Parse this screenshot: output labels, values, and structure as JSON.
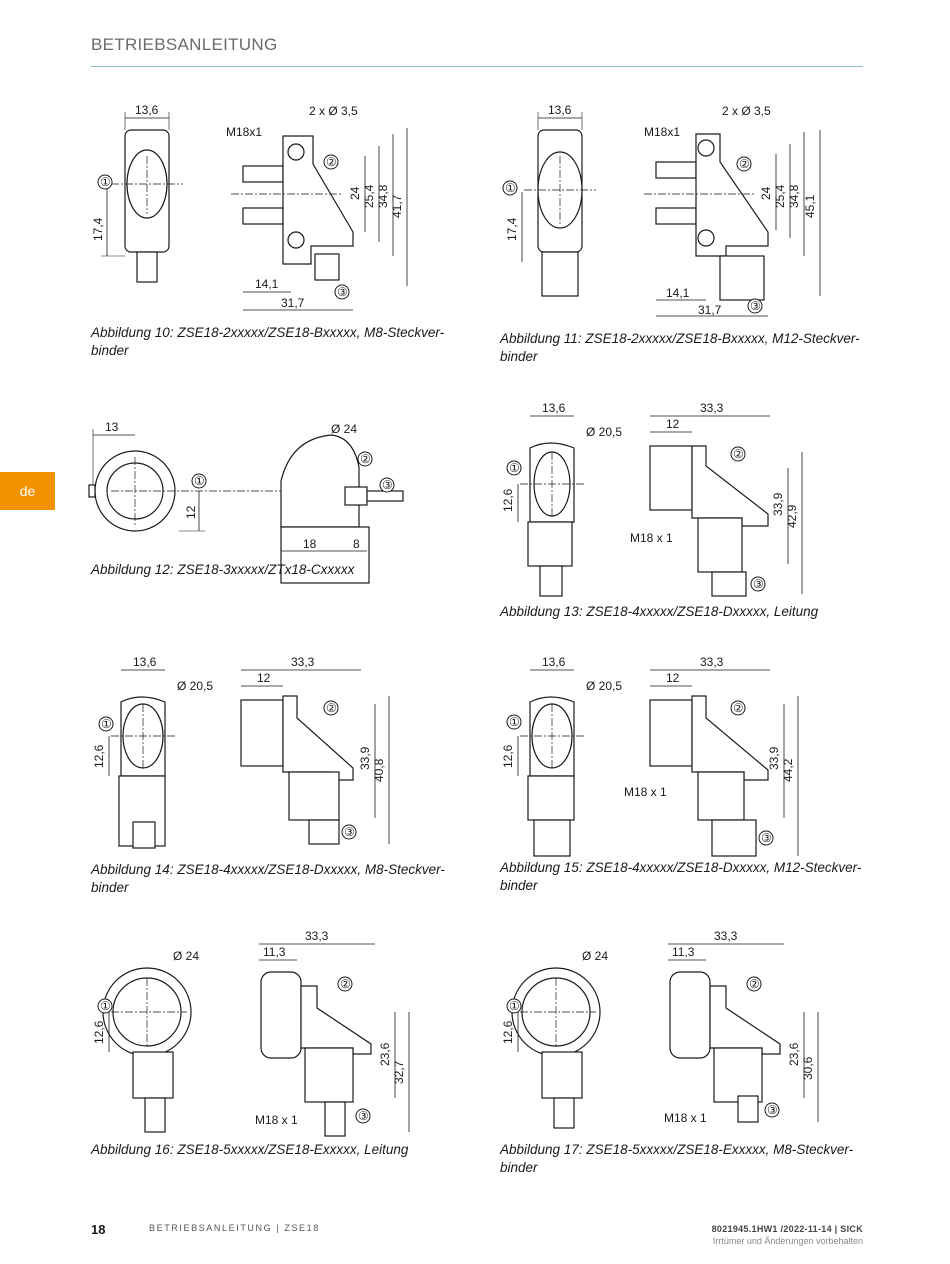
{
  "header": {
    "title": "BETRIEBSANLEITUNG"
  },
  "language_tab": "de",
  "figures": [
    {
      "caption": "Abbildung 10: ZSE18-2xxxxx/ZSE18-Bxxxxx, M8-Steckver-binder",
      "dims": [
        "13,6",
        "17,4",
        "M18x1",
        "2 x Ø 3,5",
        "24",
        "25,4",
        "34,8",
        "41,7",
        "14,1",
        "31,7"
      ]
    },
    {
      "caption": "Abbildung 11: ZSE18-2xxxxx/ZSE18-Bxxxxx, M12-Steckver-binder",
      "dims": [
        "13,6",
        "17,4",
        "M18x1",
        "2 x Ø 3,5",
        "24",
        "25,4",
        "34,8",
        "45,1",
        "14,1",
        "31,7"
      ]
    },
    {
      "caption": "Abbildung 12: ZSE18-3xxxxx/ZTx18-Cxxxxx",
      "dims": [
        "13",
        "12",
        "Ø 24",
        "18",
        "8"
      ]
    },
    {
      "caption": "Abbildung 13: ZSE18-4xxxxx/ZSE18-Dxxxxx, Leitung",
      "dims": [
        "13,6",
        "Ø 20,5",
        "12,6",
        "33,3",
        "12",
        "33,9",
        "42,9",
        "M18 x 1"
      ]
    },
    {
      "caption": "Abbildung 14: ZSE18-4xxxxx/ZSE18-Dxxxxx, M8-Steckver-binder",
      "dims": [
        "13,6",
        "Ø 20,5",
        "12,6",
        "33,3",
        "12",
        "33,9",
        "40,8"
      ]
    },
    {
      "caption": "Abbildung 15: ZSE18-4xxxxx/ZSE18-Dxxxxx, M12-Steckver-binder",
      "dims": [
        "13,6",
        "Ø 20,5",
        "12,6",
        "33,3",
        "12",
        "33,9",
        "44,2",
        "M18 x 1"
      ]
    },
    {
      "caption": "Abbildung 16: ZSE18-5xxxxx/ZSE18-Exxxxx, Leitung",
      "dims": [
        "Ø 24",
        "12,6",
        "33,3",
        "11,3",
        "23,6",
        "32,7",
        "M18 x 1"
      ]
    },
    {
      "caption": "Abbildung 17: ZSE18-5xxxxx/ZSE18-Exxxxx, M8-Steckver-binder",
      "dims": [
        "Ø 24",
        "12,6",
        "33,3",
        "11,3",
        "23,6",
        "30,6",
        "M18 x 1"
      ]
    }
  ],
  "callouts": [
    "①",
    "②",
    "③"
  ],
  "footer": {
    "page_number": "18",
    "doc_title": "BETRIEBSANLEITUNG | ZSE18",
    "doc_number": "8021945.1HW1 /2022-11-14 | SICK",
    "disclaimer": "Irrtümer und Änderungen vorbehalten"
  }
}
